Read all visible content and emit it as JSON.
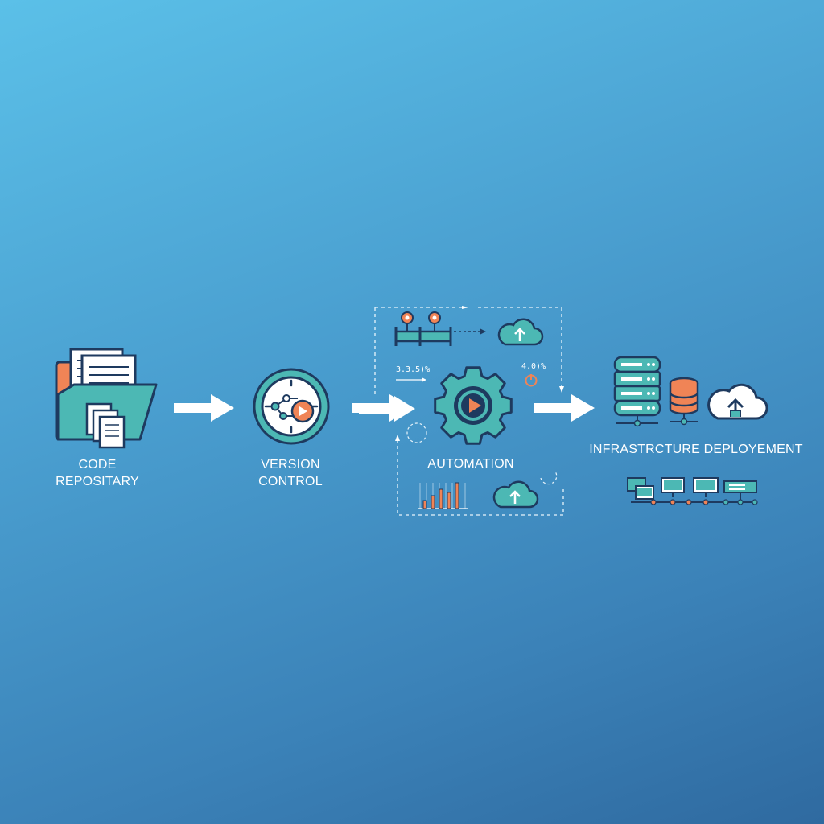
{
  "steps": {
    "code_repository": {
      "line1": "CODE",
      "line2": "REPOSITARY"
    },
    "version_control": {
      "line1": "VERSION",
      "line2": "CONTROL"
    },
    "automation": {
      "label": "AUTOMATION",
      "metric_left": "3.3.5)%",
      "metric_right": "4.0)%"
    },
    "infrastructure": {
      "label": "INFRASTRCTURE DEPLOYEMENT"
    }
  },
  "colors": {
    "teal": "#4cb8b4",
    "orange": "#f08456",
    "navy": "#1e3a5f",
    "white": "#ffffff"
  }
}
